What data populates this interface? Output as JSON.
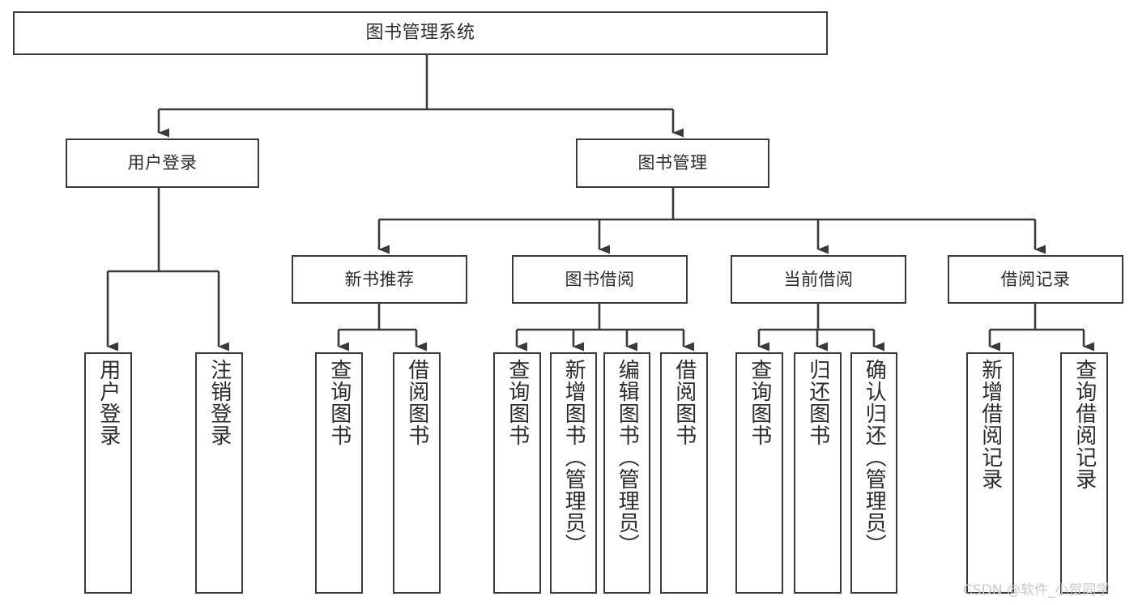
{
  "diagram": {
    "type": "tree-hierarchy",
    "title": "图书管理系统",
    "watermark": "CSDN @软件_小贺同学",
    "colors": {
      "stroke": "#3a3a3a",
      "text": "#2b2b2b",
      "background": "#ffffff",
      "watermark": "#c9c9c9"
    },
    "nodes": {
      "root": {
        "label": "图书管理系统"
      },
      "level2": [
        {
          "label": "用户登录"
        },
        {
          "label": "图书管理"
        }
      ],
      "level3": [
        {
          "label": "新书推荐"
        },
        {
          "label": "图书借阅"
        },
        {
          "label": "当前借阅"
        },
        {
          "label": "借阅记录"
        }
      ],
      "leaves": {
        "user_login": [
          {
            "label": "用户登录"
          },
          {
            "label": "注销登录"
          }
        ],
        "new_book_recommend": [
          {
            "label": "查询图书"
          },
          {
            "label": "借阅图书"
          }
        ],
        "book_borrow": [
          {
            "label": "查询图书"
          },
          {
            "label": "新增图书（管理员）"
          },
          {
            "label": "编辑图书（管理员）"
          },
          {
            "label": "借阅图书"
          }
        ],
        "current_borrow": [
          {
            "label": "查询图书"
          },
          {
            "label": "归还图书"
          },
          {
            "label": "确认归还（管理员）"
          }
        ],
        "borrow_record": [
          {
            "label": "新增借阅记录"
          },
          {
            "label": "查询借阅记录"
          }
        ]
      }
    }
  }
}
